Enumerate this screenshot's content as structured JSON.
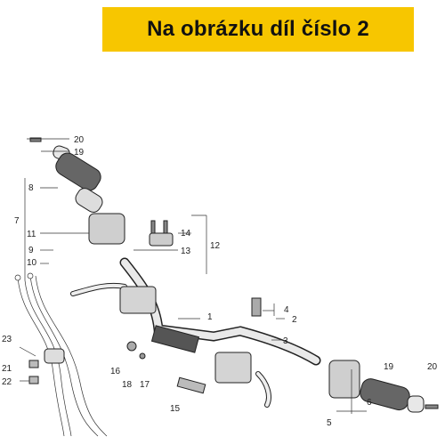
{
  "banner": {
    "text": "Na obrázku díl číslo 2",
    "color": "#f7c600"
  },
  "labels": {
    "n1": "1",
    "n2": "2",
    "n3": "3",
    "n4": "4",
    "n5": "5",
    "n6": "6",
    "n7": "7",
    "n8": "8",
    "n9": "9",
    "n10": "10",
    "n11": "11",
    "n12": "12",
    "n13": "13",
    "n14": "14",
    "n15": "15",
    "n16": "16",
    "n17": "17",
    "n18": "18",
    "n19a": "19",
    "n20a": "20",
    "n19b": "19",
    "n20b": "20",
    "n21": "21",
    "n22": "22",
    "n23": "23"
  }
}
